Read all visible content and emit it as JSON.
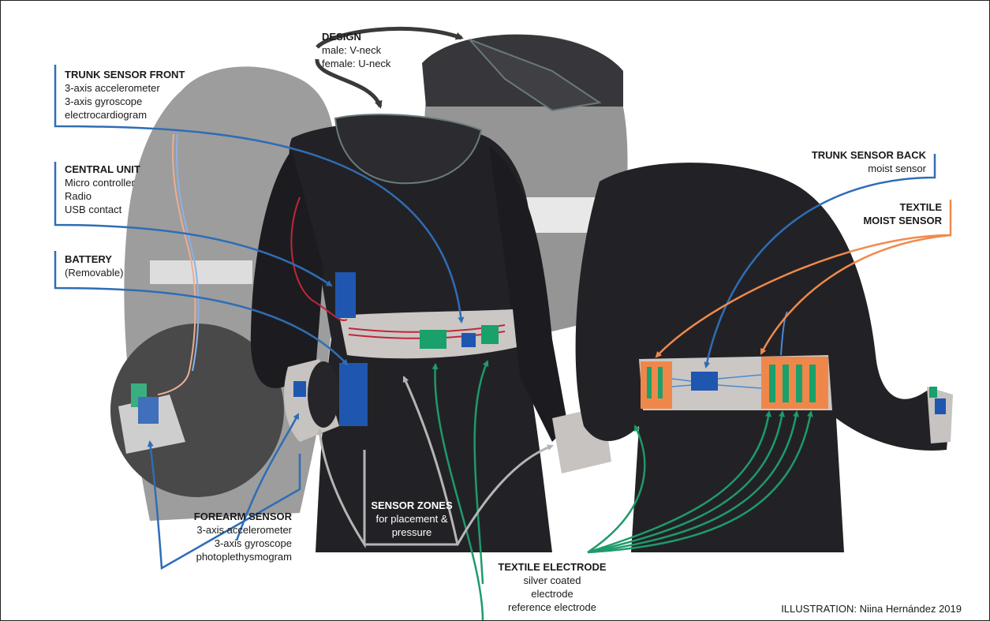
{
  "labels": {
    "design": {
      "title": "DESIGN",
      "lines": [
        "male: V-neck",
        "female: U-neck"
      ]
    },
    "trunk_front": {
      "title": "TRUNK SENSOR FRONT",
      "lines": [
        "3-axis accelerometer",
        "3-axis gyroscope",
        "electrocardiogram"
      ]
    },
    "central_unit": {
      "title": "CENTRAL UNIT",
      "lines": [
        "Micro controller",
        "Radio",
        "USB contact"
      ]
    },
    "battery": {
      "title": "BATTERY",
      "lines": [
        "(Removable)"
      ]
    },
    "forearm": {
      "title": "FOREARM SENSOR",
      "lines": [
        "3-axis accelerometer",
        "3-axis gyroscope",
        "photoplethysmogram"
      ]
    },
    "sensor_zones": {
      "title": "SENSOR ZONES",
      "lines": [
        "for placement &",
        "pressure"
      ]
    },
    "textile_electrode": {
      "title": "TEXTILE ELECTRODE",
      "lines": [
        "silver coated",
        "electrode",
        "reference electrode"
      ]
    },
    "trunk_back": {
      "title": "TRUNK SENSOR BACK",
      "lines": [
        "moist sensor"
      ]
    },
    "textile_moist": {
      "title": "TEXTILE",
      "title2": "MOIST SENSOR"
    }
  },
  "credit": "ILLUSTRATION: Niina Hernández 2019",
  "colors": {
    "blue_arrow": "#2f6db5",
    "orange_arrow": "#f08a4b",
    "green_arrow": "#1f9a6a",
    "gray_arrow": "#b5b5b5",
    "dark_arrow": "#3a3a3a",
    "garment": "#222226",
    "ghost_garment": "#8a8a8a",
    "belt": "#c8c5c2",
    "sensor_blue": "#1f56b0",
    "electrode_green": "#1aa06a",
    "moist_orange": "#f0874a"
  }
}
